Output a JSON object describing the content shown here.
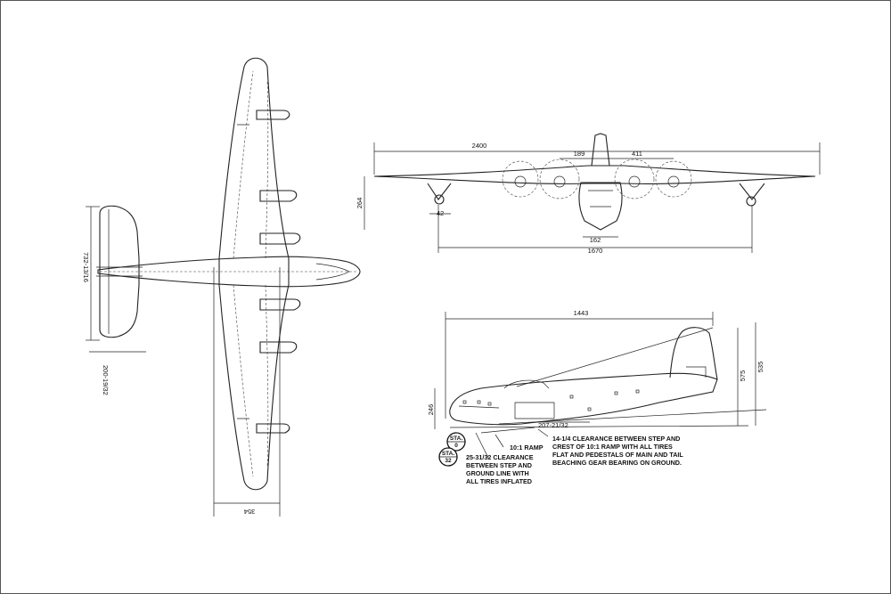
{
  "front_view": {
    "dim_span": "2400",
    "dim_inner": "189",
    "dim_outer": "411",
    "dim_height": "264",
    "dim_float": "42",
    "dim_hull": "162",
    "dim_tread": "1670"
  },
  "top_view": {
    "dim_tail_span": "732-13/16",
    "dim_tail_chord": "200-19/32",
    "dim_wing_root": "354"
  },
  "side_view": {
    "dim_length": "1443",
    "dim_tail_height": "575",
    "dim_fin_height": "535",
    "dim_nose_height": "246",
    "dim_hull_station": "207-21/32",
    "ramp_label": "10:1 RAMP",
    "sta0_top": "STA.",
    "sta0_bottom": "0",
    "sta32_top": "STA.",
    "sta32_bottom": "32",
    "note_right": [
      "14-1/4 CLEARANCE BETWEEN STEP AND",
      "CREST OF 10:1 RAMP WITH ALL TIRES",
      "FLAT AND PEDESTALS OF MAIN AND TAIL",
      "BEACHING GEAR BEARING ON GROUND."
    ],
    "note_left": [
      "25-31/32 CLEARANCE",
      "BETWEEN STEP AND",
      "GROUND LINE WITH",
      "ALL TIRES INFLATED"
    ]
  }
}
